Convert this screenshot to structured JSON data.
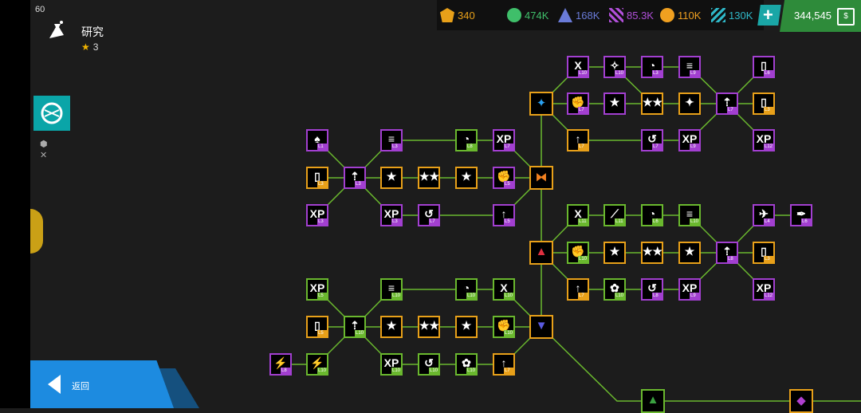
{
  "status": {
    "fps": "60"
  },
  "header": {
    "title": "研究",
    "stars": "3",
    "star_glyph": "★"
  },
  "resources": [
    {
      "name": "research-points",
      "value": "340",
      "color": "#e8a019",
      "x": 0
    },
    {
      "name": "green-resource",
      "value": "474K",
      "color": "#3fbf6a",
      "x": 0
    },
    {
      "name": "blue-resource",
      "value": "168K",
      "color": "#6a7bd8",
      "x": 0
    },
    {
      "name": "purple-resource",
      "value": "85.3K",
      "color": "#b04fd8",
      "x": 0
    },
    {
      "name": "orange-resource",
      "value": "110K",
      "color": "#f0a020",
      "x": 0
    },
    {
      "name": "teal-resource",
      "value": "130K",
      "color": "#2fb8c8",
      "x": 0
    }
  ],
  "money": {
    "value": "344,545",
    "plus": "+"
  },
  "back": {
    "label": "返回"
  },
  "nodes": [
    {
      "id": "a1",
      "c": "p",
      "g": "X",
      "lv": "L10"
    },
    {
      "id": "a2",
      "c": "p",
      "g": "✧",
      "lv": "L10"
    },
    {
      "id": "a3",
      "c": "p",
      "g": "◔",
      "lv": "L3"
    },
    {
      "id": "a4",
      "c": "p",
      "g": "≡",
      "lv": "L9"
    },
    {
      "id": "a5",
      "c": "p",
      "g": "▯",
      "lv": "L6"
    },
    {
      "id": "a6",
      "c": "p",
      "g": "✊",
      "lv": "L7"
    },
    {
      "id": "a7",
      "c": "p",
      "g": "★",
      "lv": ""
    },
    {
      "id": "a8",
      "c": "o",
      "g": "★★",
      "lv": ""
    },
    {
      "id": "a9",
      "c": "o",
      "g": "✦",
      "lv": ""
    },
    {
      "id": "a10",
      "c": "p",
      "g": "⇡",
      "lv": "L7"
    },
    {
      "id": "a11",
      "c": "o",
      "g": "▯",
      "lv": "L3"
    },
    {
      "id": "a12",
      "c": "o",
      "g": "↑",
      "lv": "L7"
    },
    {
      "id": "a13",
      "c": "p",
      "g": "↺",
      "lv": "L7"
    },
    {
      "id": "a14",
      "c": "p",
      "g": "XP",
      "lv": "L9"
    },
    {
      "id": "a15",
      "c": "p",
      "g": "XP",
      "lv": "L12"
    },
    {
      "id": "b1",
      "c": "p",
      "g": "♠",
      "lv": "L1"
    },
    {
      "id": "b2",
      "c": "p",
      "g": "≡",
      "lv": "L3"
    },
    {
      "id": "b3",
      "c": "g",
      "g": "◔",
      "lv": "L8"
    },
    {
      "id": "b4",
      "c": "p",
      "g": "XP",
      "lv": "L7"
    },
    {
      "id": "b5",
      "c": "o",
      "g": "▯",
      "lv": "L3"
    },
    {
      "id": "b6",
      "c": "p",
      "g": "⇡",
      "lv": "L3"
    },
    {
      "id": "b7",
      "c": "o",
      "g": "★",
      "lv": ""
    },
    {
      "id": "b8",
      "c": "o",
      "g": "★★",
      "lv": ""
    },
    {
      "id": "b9",
      "c": "o",
      "g": "★",
      "lv": ""
    },
    {
      "id": "b10",
      "c": "p",
      "g": "✊",
      "lv": "L5"
    },
    {
      "id": "b11",
      "c": "p",
      "g": "XP",
      "lv": "L3"
    },
    {
      "id": "b12",
      "c": "p",
      "g": "XP",
      "lv": "L3"
    },
    {
      "id": "b13",
      "c": "p",
      "g": "↺",
      "lv": "L7"
    },
    {
      "id": "b14",
      "c": "p",
      "g": "↑",
      "lv": "L5"
    },
    {
      "id": "c1",
      "c": "g",
      "g": "X",
      "lv": "L11"
    },
    {
      "id": "c2",
      "c": "g",
      "g": "⟋",
      "lv": "L11"
    },
    {
      "id": "c3",
      "c": "g",
      "g": "◔",
      "lv": "L6"
    },
    {
      "id": "c4",
      "c": "g",
      "g": "≡",
      "lv": "L10"
    },
    {
      "id": "c5",
      "c": "p",
      "g": "✈",
      "lv": "L4"
    },
    {
      "id": "c6",
      "c": "p",
      "g": "✒",
      "lv": "L6"
    },
    {
      "id": "c7",
      "c": "g",
      "g": "✊",
      "lv": "L10"
    },
    {
      "id": "c8",
      "c": "o",
      "g": "★",
      "lv": ""
    },
    {
      "id": "c9",
      "c": "o",
      "g": "★★",
      "lv": ""
    },
    {
      "id": "c10",
      "c": "o",
      "g": "★",
      "lv": ""
    },
    {
      "id": "c11",
      "c": "p",
      "g": "⇡",
      "lv": "L8"
    },
    {
      "id": "c12",
      "c": "o",
      "g": "▯",
      "lv": "L3"
    },
    {
      "id": "c13",
      "c": "o",
      "g": "↑",
      "lv": "L7"
    },
    {
      "id": "c14",
      "c": "g",
      "g": "✿",
      "lv": "L10"
    },
    {
      "id": "c15",
      "c": "p",
      "g": "↺",
      "lv": "L8"
    },
    {
      "id": "c16",
      "c": "p",
      "g": "XP",
      "lv": "L9"
    },
    {
      "id": "c17",
      "c": "p",
      "g": "XP",
      "lv": "L12"
    },
    {
      "id": "d1",
      "c": "g",
      "g": "XP",
      "lv": "L5"
    },
    {
      "id": "d2",
      "c": "g",
      "g": "≡",
      "lv": "L10"
    },
    {
      "id": "d3",
      "c": "g",
      "g": "◔",
      "lv": "L10"
    },
    {
      "id": "d4",
      "c": "g",
      "g": "X",
      "lv": "L10"
    },
    {
      "id": "d5",
      "c": "o",
      "g": "▯",
      "lv": "L5"
    },
    {
      "id": "d6",
      "c": "g",
      "g": "⇡",
      "lv": "L10"
    },
    {
      "id": "d7",
      "c": "o",
      "g": "★",
      "lv": ""
    },
    {
      "id": "d8",
      "c": "o",
      "g": "★★",
      "lv": ""
    },
    {
      "id": "d9",
      "c": "o",
      "g": "★",
      "lv": ""
    },
    {
      "id": "d10",
      "c": "g",
      "g": "✊",
      "lv": "L10"
    },
    {
      "id": "d11",
      "c": "p",
      "g": "⚡",
      "lv": "L8"
    },
    {
      "id": "d12",
      "c": "g",
      "g": "⚡",
      "lv": "L10"
    },
    {
      "id": "d13",
      "c": "g",
      "g": "XP",
      "lv": "L10"
    },
    {
      "id": "d14",
      "c": "g",
      "g": "↺",
      "lv": "L10"
    },
    {
      "id": "d15",
      "c": "g",
      "g": "✿",
      "lv": "L10"
    },
    {
      "id": "d16",
      "c": "o",
      "g": "↑",
      "lv": "L7"
    }
  ],
  "hubs": [
    {
      "id": "h1",
      "g": "✦",
      "color": "#2aa0f0"
    },
    {
      "id": "h2",
      "g": "⧓",
      "color": "#f08020"
    },
    {
      "id": "h3",
      "g": "▲",
      "color": "#e03040"
    },
    {
      "id": "h4",
      "g": "▼",
      "color": "#5a5ae0"
    },
    {
      "id": "h5",
      "g": "▲",
      "color": "#3aa040"
    },
    {
      "id": "h6",
      "g": "◆",
      "color": "#b040d0"
    }
  ]
}
